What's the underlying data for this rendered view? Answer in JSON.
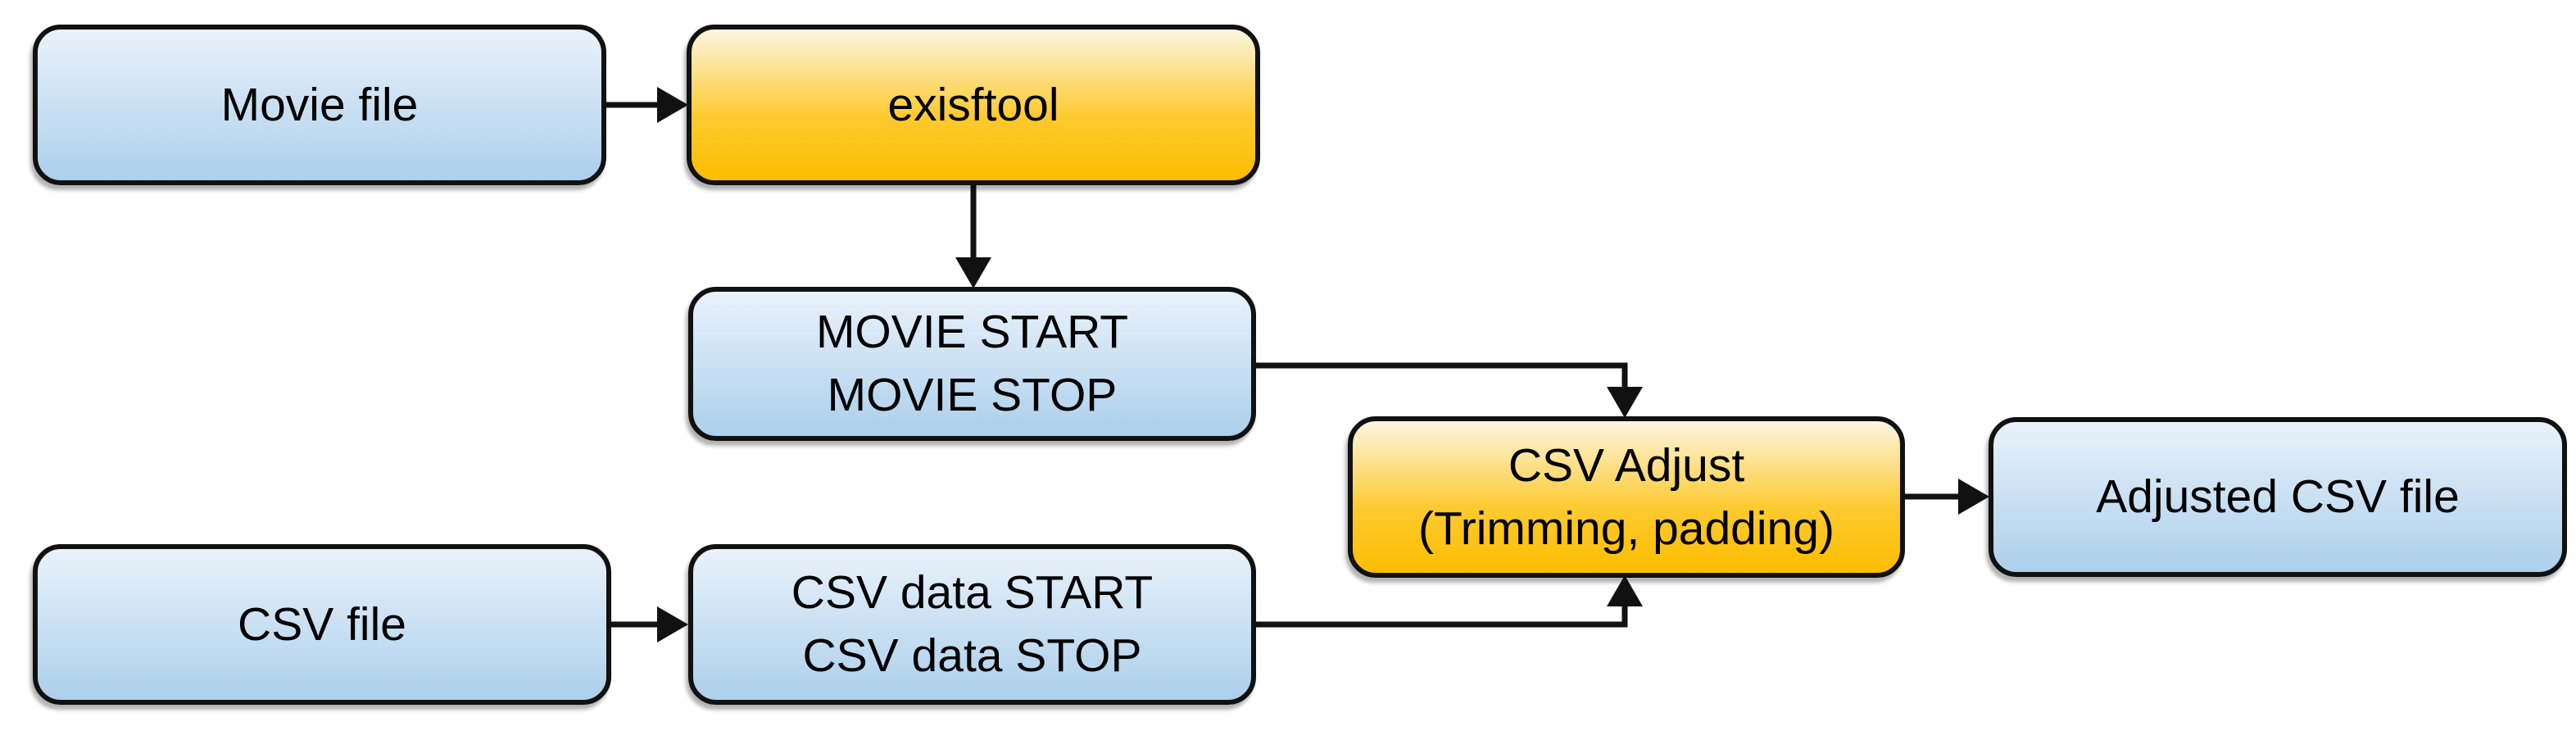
{
  "nodes": {
    "movie_file": {
      "label": "Movie file",
      "color": "blue"
    },
    "exisftool": {
      "label": "exisftool",
      "color": "orange"
    },
    "movie_marks": {
      "line1": "MOVIE START",
      "line2": "MOVIE STOP",
      "color": "blue"
    },
    "csv_file": {
      "label": "CSV file",
      "color": "blue"
    },
    "csv_marks": {
      "line1": "CSV data START",
      "line2": "CSV data STOP",
      "color": "blue"
    },
    "csv_adjust": {
      "line1": "CSV Adjust",
      "line2": "(Trimming, padding)",
      "color": "orange"
    },
    "adjusted_csv": {
      "label": "Adjusted CSV file",
      "color": "blue"
    }
  },
  "edges": [
    {
      "from": "movie_file",
      "to": "exisftool"
    },
    {
      "from": "exisftool",
      "to": "movie_marks"
    },
    {
      "from": "movie_marks",
      "to": "csv_adjust"
    },
    {
      "from": "csv_file",
      "to": "csv_marks"
    },
    {
      "from": "csv_marks",
      "to": "csv_adjust"
    },
    {
      "from": "csv_adjust",
      "to": "adjusted_csv"
    }
  ],
  "colors": {
    "blue_top": "#e9f2fb",
    "blue_bottom": "#accfeb",
    "orange_top": "#fdf6e2",
    "orange_mid": "#fdca2e",
    "orange_bottom": "#fcbd02",
    "outline": "#111111",
    "connector": "#111111",
    "text": "#000000",
    "background": "#ffffff"
  }
}
